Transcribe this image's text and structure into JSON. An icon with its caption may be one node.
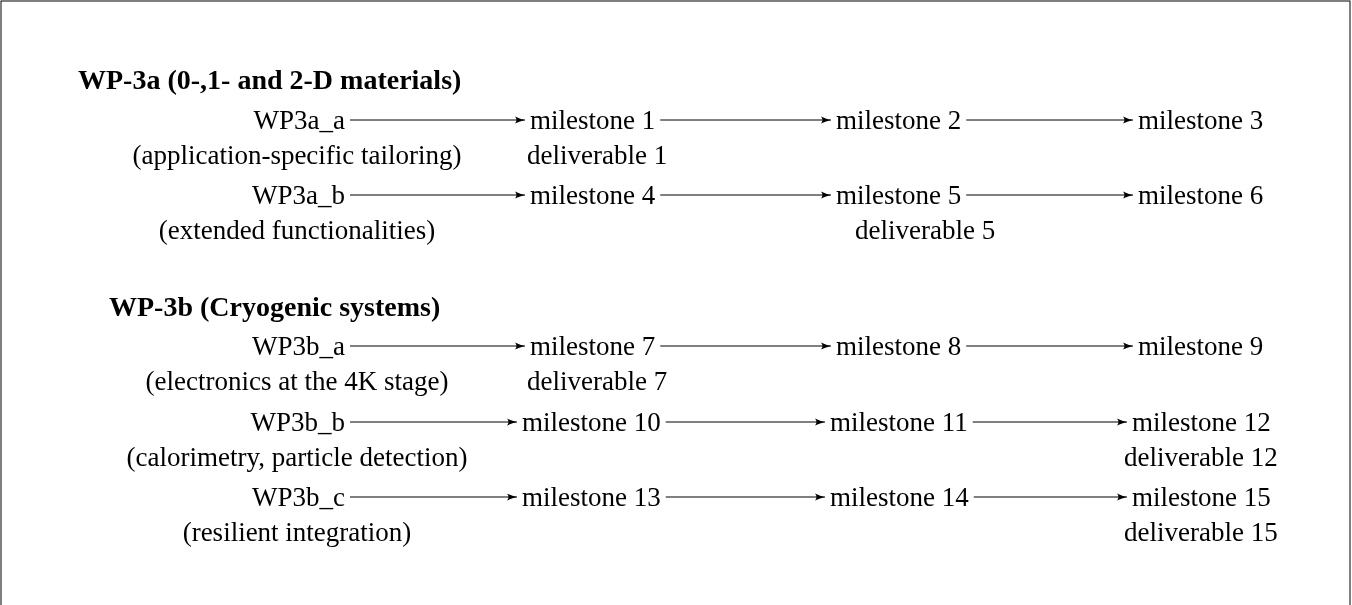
{
  "diagram": {
    "nodes": [
      {
        "text": [
          "WP3a_a"
        ],
        "beside": [
          "(application-specific tailoring)"
        ]
      },
      {
        "text": [
          "milestone 1"
        ],
        "beside": [
          "deliverable 1"
        ]
      },
      {
        "text": [
          "milestone 2"
        ]
      },
      {
        "text": [
          "milestone 3"
        ]
      },
      {
        "text": [
          "WP3a_b"
        ],
        "beside": [
          "(extended functionalities)"
        ]
      },
      {
        "text": [
          "milestone 4"
        ]
      },
      {
        "text": [
          "milestone 5"
        ],
        "beside": [
          "deliverable 5"
        ]
      },
      {
        "text": [
          "milestone 6"
        ]
      },
      {
        "text": [
          "WP3b_a"
        ],
        "beside": [
          "(electronics at the 4K stage)"
        ]
      },
      {
        "text": [
          "milestone 7"
        ],
        "beside": [
          "deliverable 7"
        ]
      },
      {
        "text": [
          "milestone 8"
        ]
      },
      {
        "text": [
          "milestone 9"
        ]
      },
      {
        "text": [
          "WP3b_b"
        ],
        "beside": [
          "(calorimetry, particle detection)"
        ]
      },
      {
        "text": [
          "milestone 10"
        ]
      },
      {
        "text": [
          "milestone 11"
        ]
      },
      {
        "text": [
          "milestone 12"
        ],
        "beside": [
          "deliverable 12"
        ]
      },
      {
        "text": [
          "WP3b_c"
        ],
        "beside": [
          "(resilient integration)"
        ]
      },
      {
        "text": [
          "milestone 13"
        ]
      },
      {
        "text": [
          "milestone 14"
        ]
      },
      {
        "text": [
          "milestone 15"
        ],
        "beside": [
          "deliverable 15"
        ]
      }
    ],
    "edges": [
      {
        "from": 0,
        "to": 1,
        "arrow": "to"
      },
      {
        "from": 1,
        "to": 2,
        "arrow": "to"
      },
      {
        "from": 2,
        "to": 3,
        "arrow": "to"
      },
      {
        "from": 4,
        "to": 5,
        "arrow": "to"
      },
      {
        "from": 5,
        "to": 6,
        "arrow": "to"
      },
      {
        "from": 6,
        "to": 7,
        "arrow": "to"
      },
      {
        "from": 8,
        "to": 9,
        "arrow": "to"
      },
      {
        "from": 9,
        "to": 10,
        "arrow": "to"
      },
      {
        "from": 10,
        "to": 11,
        "arrow": "to"
      },
      {
        "from": 12,
        "to": 13,
        "arrow": "to"
      },
      {
        "from": 13,
        "to": 14,
        "arrow": "to"
      },
      {
        "from": 14,
        "to": 15,
        "arrow": "to"
      },
      {
        "from": 16,
        "to": 17,
        "arrow": "to"
      },
      {
        "from": 17,
        "to": 18,
        "arrow": "to"
      },
      {
        "from": 18,
        "to": 19,
        "arrow": "to"
      }
    ],
    "labels": [
      "WP-3a (0-,1- and 2-D materials)",
      "WP-3b (Cryogenic systems)"
    ]
  }
}
